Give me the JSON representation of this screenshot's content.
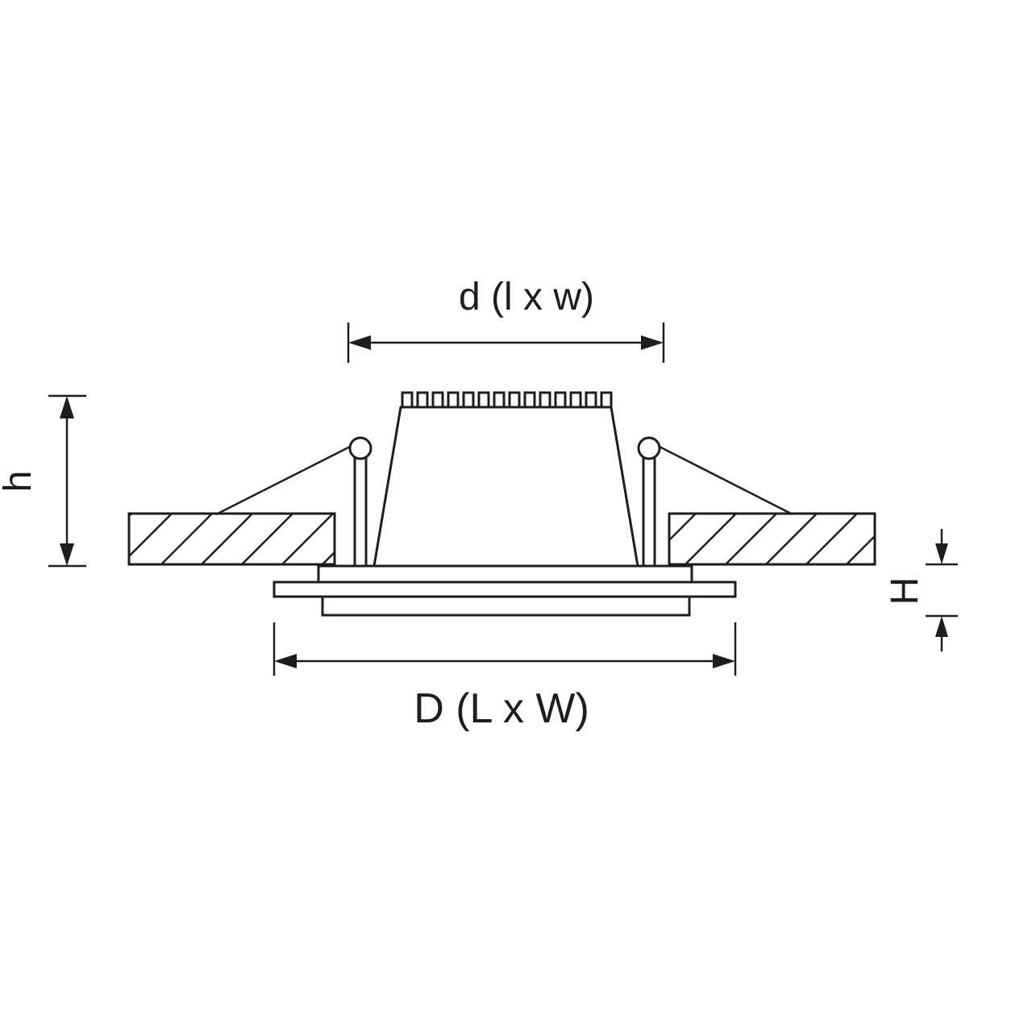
{
  "diagram": {
    "labels": {
      "top_dimension": "d (l x w)",
      "left_dimension": "h",
      "right_dimension": "H",
      "bottom_dimension": "D (L x W)"
    },
    "colors": {
      "line": "#1d1d1b",
      "background": "#ffffff"
    }
  }
}
